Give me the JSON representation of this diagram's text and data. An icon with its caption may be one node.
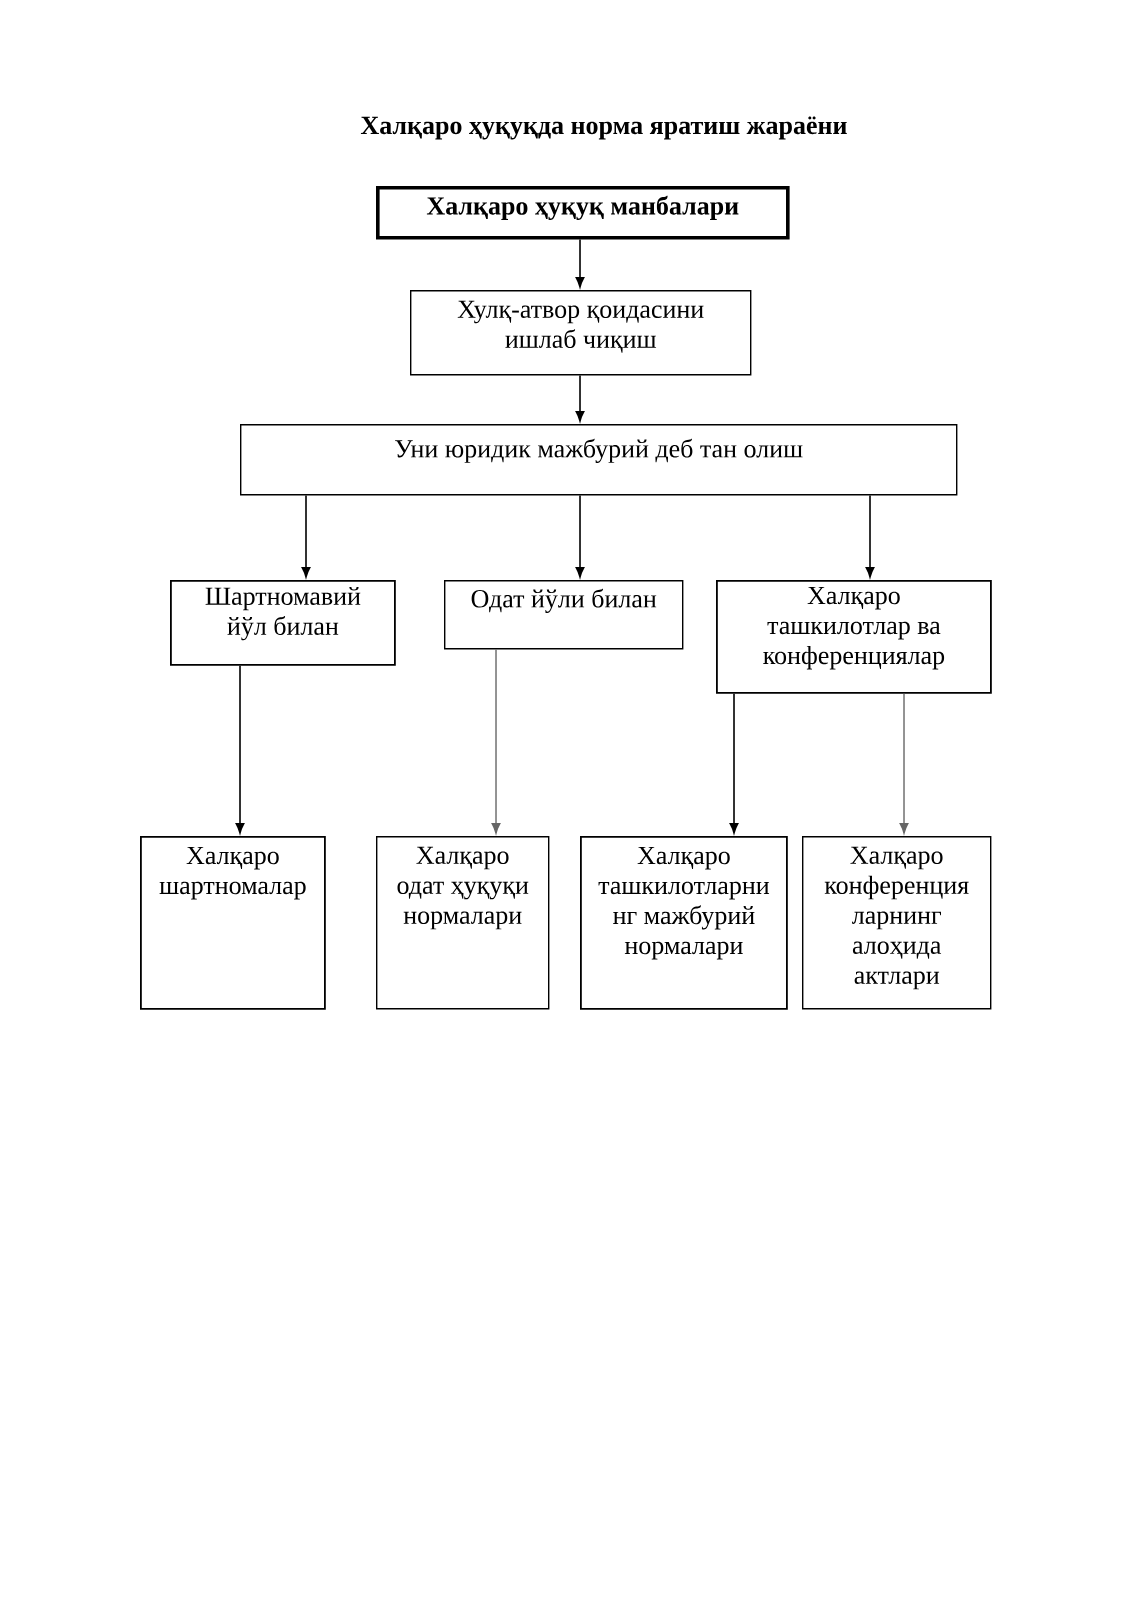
{
  "diagram": {
    "title": "Халқаро ҳуқуқда норма яратиш жараёни",
    "nodes": [
      {
        "text": [
          "Халқаро ҳуқуқ манбалари"
        ]
      },
      {
        "text": [
          "Хулқ-атвор қоидасини ишлаб чиқиш"
        ]
      },
      {
        "text": [
          "Уни юридик мажбурий деб тан олиш"
        ]
      },
      {
        "text": [
          "Шартномавий йўл билан"
        ]
      },
      {
        "text": [
          "Одат йўли билан"
        ]
      },
      {
        "text": [
          "Халқаро ташкилотлар ва конференциялар"
        ]
      },
      {
        "text": [
          "Халқаро шартномалар"
        ]
      },
      {
        "text": [
          "Халқаро одат ҳуқуқи нормалари"
        ]
      },
      {
        "text": [
          "Халқаро ташкилотларни нг мажбурий нормалари"
        ]
      },
      {
        "text": [
          "Халқаро конференция ларнинг алоҳида актлари"
        ]
      }
    ],
    "edges": [
      {
        "from": 0,
        "to": 1,
        "arrow": "to"
      },
      {
        "from": 1,
        "to": 2,
        "arrow": "to"
      },
      {
        "from": 2,
        "to": 3,
        "arrow": "to"
      },
      {
        "from": 2,
        "to": 4,
        "arrow": "to"
      },
      {
        "from": 2,
        "to": 5,
        "arrow": "to"
      },
      {
        "from": 3,
        "to": 6,
        "arrow": "to"
      },
      {
        "from": 4,
        "to": 7,
        "arrow": "to",
        "color": "#666666"
      },
      {
        "from": 5,
        "to": 8,
        "arrow": "to"
      },
      {
        "from": 5,
        "to": 9,
        "arrow": "to",
        "color": "#666666"
      }
    ]
  }
}
